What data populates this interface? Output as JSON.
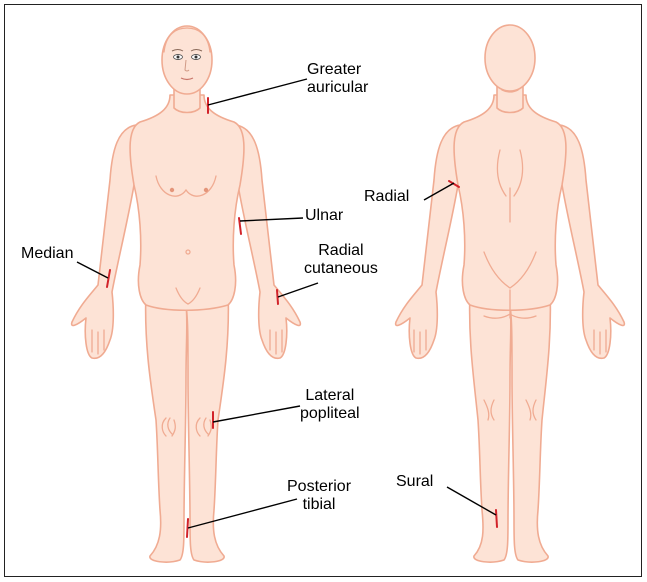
{
  "labels": {
    "greater_auricular": "Greater\nauricular",
    "ulnar": "Ulnar",
    "median": "Median",
    "radial_cutaneous": "Radial\ncutaneous",
    "lateral_popliteal": "Lateral\npopliteal",
    "posterior_tibial": "Posterior\ntibial",
    "radial": "Radial",
    "sural": "Sural"
  },
  "colors": {
    "skin_fill": "#fde3d6",
    "skin_stroke": "#f0ab92",
    "marker": "#d2232a",
    "leader": "#000000"
  },
  "views": [
    "front-view",
    "back-view"
  ]
}
